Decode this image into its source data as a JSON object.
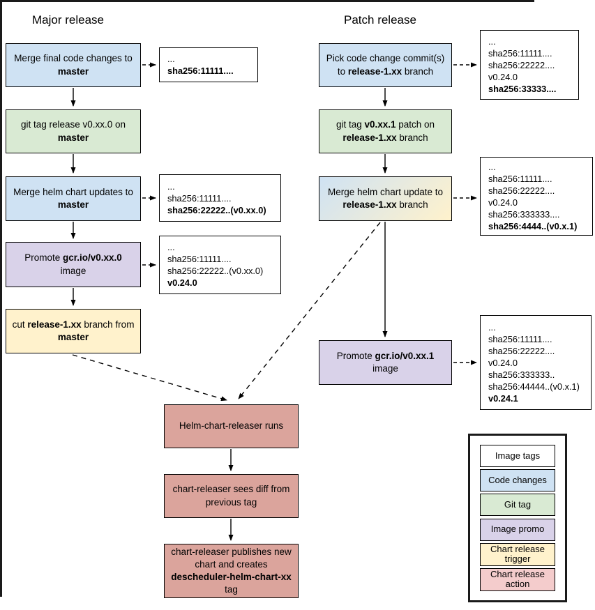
{
  "titles": {
    "major": "Major release",
    "patch": "Patch release"
  },
  "colors": {
    "white": "#ffffff",
    "blue": "#cfe2f3",
    "green": "#d9ead3",
    "purple": "#d9d2e9",
    "yellow": "#fff2cc",
    "salmon": "#dba49c",
    "pink": "#f4cccc",
    "gradient_from": "#cfe2f3",
    "gradient_to": "#fff2cc",
    "line": "#000000"
  },
  "flow": {
    "major": [
      {
        "name": "merge-final-code",
        "color": "blue",
        "segments": [
          {
            "t": "Merge final code changes to "
          },
          {
            "t": "master",
            "b": true
          }
        ]
      },
      {
        "name": "git-tag-release",
        "color": "green",
        "segments": [
          {
            "t": "git tag release v0.xx.0 on "
          },
          {
            "t": "master",
            "b": true
          }
        ]
      },
      {
        "name": "merge-helm-updates",
        "color": "blue",
        "segments": [
          {
            "t": "Merge helm chart updates to "
          },
          {
            "t": "master",
            "b": true
          }
        ]
      },
      {
        "name": "promote-image",
        "color": "purple",
        "segments": [
          {
            "t": "Promote "
          },
          {
            "t": "gcr.io/v0.xx.0",
            "b": true
          },
          {
            "t": " image"
          }
        ]
      },
      {
        "name": "cut-release-branch",
        "color": "yellow",
        "segments": [
          {
            "t": "cut "
          },
          {
            "t": "release-1.xx",
            "b": true
          },
          {
            "t": " branch from "
          },
          {
            "t": "master",
            "b": true
          }
        ]
      }
    ],
    "patch": [
      {
        "name": "pick-code-change",
        "color": "blue",
        "segments": [
          {
            "t": "Pick code change commit(s) to "
          },
          {
            "t": "release-1.xx",
            "b": true
          },
          {
            "t": " branch"
          }
        ]
      },
      {
        "name": "git-tag-patch",
        "color": "green",
        "segments": [
          {
            "t": "git tag "
          },
          {
            "t": "v0.xx.1",
            "b": true
          },
          {
            "t": " patch on "
          },
          {
            "t": "release-1.xx",
            "b": true
          },
          {
            "t": " branch"
          }
        ]
      },
      {
        "name": "merge-helm-update",
        "color": "gradient",
        "segments": [
          {
            "t": "Merge helm chart update to "
          },
          {
            "t": "release-1.xx",
            "b": true
          },
          {
            "t": " branch"
          }
        ]
      },
      {
        "name": "promote-image-patch",
        "color": "purple",
        "segments": [
          {
            "t": "Promote "
          },
          {
            "t": "gcr.io/v0.xx.1",
            "b": true
          },
          {
            "t": " image"
          }
        ]
      }
    ],
    "chart": [
      {
        "name": "helm-chart-releaser-runs",
        "color": "salmon",
        "segments": [
          {
            "t": "Helm-chart-releaser runs"
          }
        ]
      },
      {
        "name": "chart-releaser-sees-diff",
        "color": "salmon",
        "segments": [
          {
            "t": "chart-releaser sees diff from previous tag"
          }
        ]
      },
      {
        "name": "chart-releaser-publishes",
        "color": "salmon",
        "segments": [
          {
            "t": "chart-releaser publishes new chart and creates "
          },
          {
            "t": "descheduler-helm-chart-xx",
            "b": true
          },
          {
            "t": " tag"
          }
        ]
      }
    ]
  },
  "tags": {
    "major1": [
      {
        "t": "..."
      },
      {
        "t": "sha256:11111....",
        "b": true
      }
    ],
    "major2": [
      {
        "t": "..."
      },
      {
        "t": "sha256:11111...."
      },
      {
        "t": "sha256:22222..(v0.xx.0)",
        "b": true
      }
    ],
    "major3": [
      {
        "t": "..."
      },
      {
        "t": "sha256:11111...."
      },
      {
        "t": "sha256:22222..(v0.xx.0)"
      },
      {
        "t": "v0.24.0",
        "b": true
      }
    ],
    "patch1": [
      {
        "t": "..."
      },
      {
        "t": "sha256:11111...."
      },
      {
        "t": "sha256:22222...."
      },
      {
        "t": "v0.24.0"
      },
      {
        "t": "sha256:33333....",
        "b": true
      }
    ],
    "patch2": [
      {
        "t": "..."
      },
      {
        "t": "sha256:11111...."
      },
      {
        "t": "sha256:22222...."
      },
      {
        "t": "v0.24.0"
      },
      {
        "t": "sha256:333333...."
      },
      {
        "t": "sha256:4444..(v0.x.1)",
        "b": true
      }
    ],
    "patch3": [
      {
        "t": "..."
      },
      {
        "t": "sha256:11111...."
      },
      {
        "t": "sha256:22222...."
      },
      {
        "t": "v0.24.0"
      },
      {
        "t": "sha256:333333.."
      },
      {
        "t": "sha256:44444..(v0.x.1)"
      },
      {
        "t": "v0.24.1",
        "b": true
      }
    ]
  },
  "legend": {
    "items": [
      {
        "label": "Image tags",
        "color": "white"
      },
      {
        "label": "Code changes",
        "color": "blue"
      },
      {
        "label": "Git tag",
        "color": "green"
      },
      {
        "label": "Image promo",
        "color": "purple"
      },
      {
        "label": "Chart release trigger",
        "color": "yellow"
      },
      {
        "label": "Chart release action",
        "color": "pink"
      }
    ]
  }
}
